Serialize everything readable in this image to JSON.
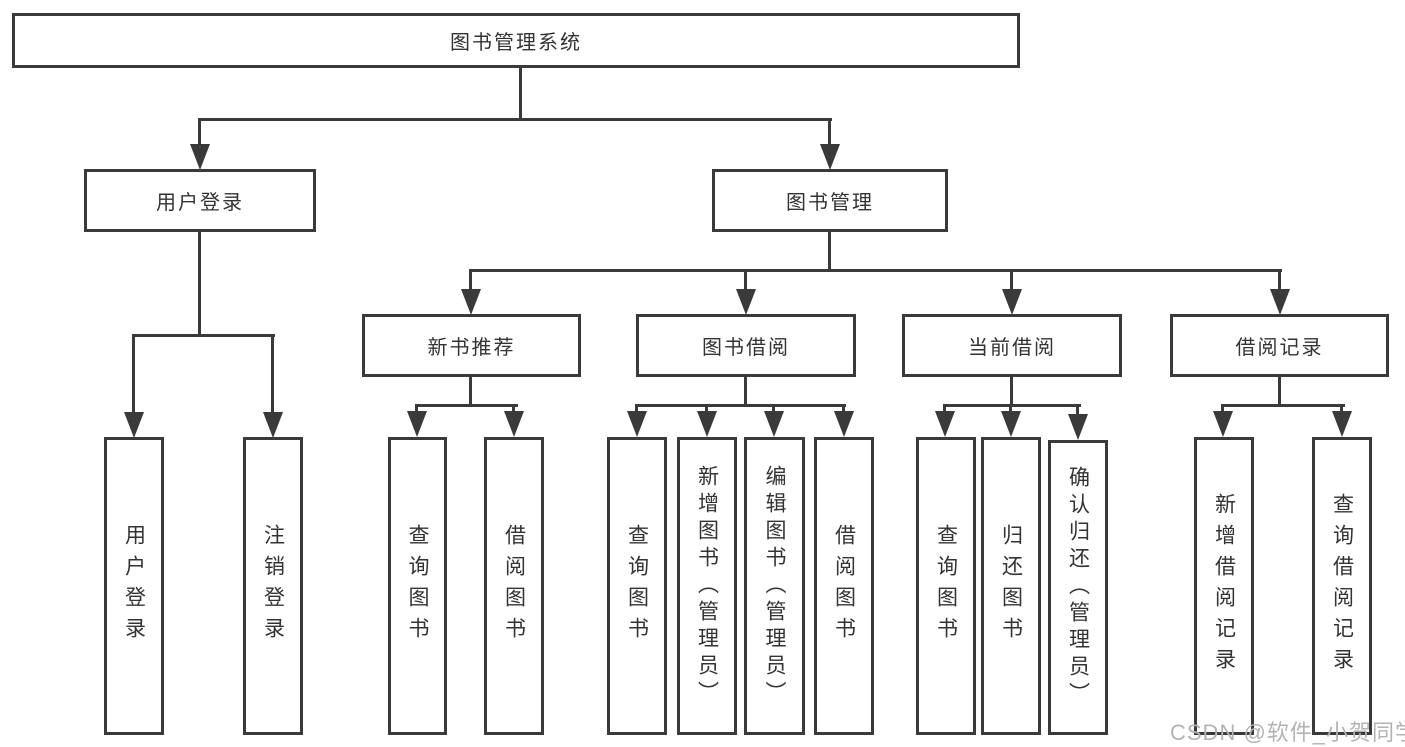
{
  "diagram": {
    "root": {
      "label": "图书管理系统"
    },
    "level2": [
      {
        "label": "用户登录"
      },
      {
        "label": "图书管理"
      }
    ],
    "level3": [
      {
        "label": "新书推荐"
      },
      {
        "label": "图书借阅"
      },
      {
        "label": "当前借阅"
      },
      {
        "label": "借阅记录"
      }
    ],
    "leaves": {
      "user_login": [
        {
          "label": "用户登录"
        },
        {
          "label": "注销登录"
        }
      ],
      "new_books": [
        {
          "label": "查询图书"
        },
        {
          "label": "借阅图书"
        }
      ],
      "book_borrow": [
        {
          "label": "查询图书"
        },
        {
          "label": "新增图书（管理员）"
        },
        {
          "label": "编辑图书（管理员）"
        },
        {
          "label": "借阅图书"
        }
      ],
      "current_borrow": [
        {
          "label": "查询图书"
        },
        {
          "label": "归还图书"
        },
        {
          "label": "确认归还（管理员）"
        }
      ],
      "borrow_records": [
        {
          "label": "新增借阅记录"
        },
        {
          "label": "查询借阅记录"
        }
      ]
    },
    "watermark": "CSDN @软件_小贺同学",
    "colors": {
      "line": "#3a3a3a",
      "text": "#333333",
      "background": "#ffffff",
      "watermark": "#b3b3b3"
    }
  }
}
